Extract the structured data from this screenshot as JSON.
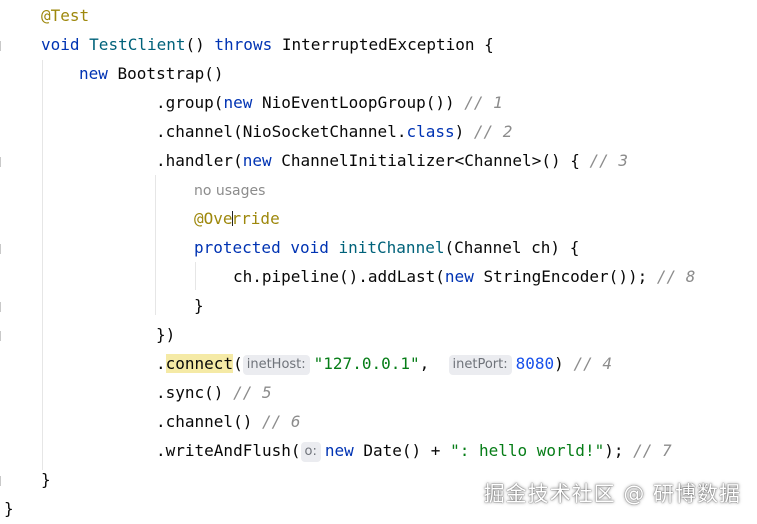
{
  "editor": {
    "lines": [
      {
        "indent": 0,
        "tokens": [
          {
            "t": "ann",
            "v": "@Test"
          }
        ]
      },
      {
        "indent": 0,
        "tokens": [
          {
            "t": "kw",
            "v": "void "
          },
          {
            "t": "fn",
            "v": "TestClient"
          },
          {
            "t": "txt",
            "v": "() "
          },
          {
            "t": "kw",
            "v": "throws "
          },
          {
            "t": "txt",
            "v": "InterruptedException {"
          }
        ]
      },
      {
        "indent": 1,
        "tokens": [
          {
            "t": "kw",
            "v": "new "
          },
          {
            "t": "txt",
            "v": "Bootstrap()"
          }
        ]
      },
      {
        "indent": 3,
        "tokens": [
          {
            "t": "txt",
            "v": ".group("
          },
          {
            "t": "kw",
            "v": "new "
          },
          {
            "t": "txt",
            "v": "NioEventLoopGroup()) "
          },
          {
            "t": "cmt",
            "v": "// 1"
          }
        ]
      },
      {
        "indent": 3,
        "tokens": [
          {
            "t": "txt",
            "v": ".channel(NioSocketChannel."
          },
          {
            "t": "kw",
            "v": "class"
          },
          {
            "t": "txt",
            "v": ") "
          },
          {
            "t": "cmt",
            "v": "// 2"
          }
        ]
      },
      {
        "indent": 3,
        "tokens": [
          {
            "t": "txt",
            "v": ".handler("
          },
          {
            "t": "kw",
            "v": "new "
          },
          {
            "t": "txt",
            "v": "ChannelInitializer<Channel>() { "
          },
          {
            "t": "cmt",
            "v": "// 3"
          }
        ]
      },
      {
        "indent": 4,
        "tokens": [
          {
            "t": "usages",
            "v": "no usages"
          }
        ]
      },
      {
        "indent": 4,
        "tokens": [
          {
            "t": "ann",
            "v": "@Ove"
          },
          {
            "t": "cursor",
            "v": ""
          },
          {
            "t": "ann",
            "v": "rride"
          }
        ]
      },
      {
        "indent": 4,
        "tokens": [
          {
            "t": "kw",
            "v": "protected void "
          },
          {
            "t": "fn",
            "v": "initChannel"
          },
          {
            "t": "txt",
            "v": "(Channel ch) {"
          }
        ]
      },
      {
        "indent": 5,
        "tokens": [
          {
            "t": "txt",
            "v": "ch.pipeline().addLast("
          },
          {
            "t": "kw",
            "v": "new "
          },
          {
            "t": "txt",
            "v": "StringEncoder()); "
          },
          {
            "t": "cmt",
            "v": "// 8"
          }
        ]
      },
      {
        "indent": 4,
        "tokens": [
          {
            "t": "txt",
            "v": "}"
          }
        ]
      },
      {
        "indent": 3,
        "tokens": [
          {
            "t": "txt",
            "v": "})"
          }
        ]
      },
      {
        "indent": 3,
        "tokens": [
          {
            "t": "txt",
            "v": "."
          },
          {
            "t": "hl",
            "v": "connect"
          },
          {
            "t": "txt",
            "v": "("
          },
          {
            "t": "hint",
            "v": "inetHost:"
          },
          {
            "t": "str",
            "v": "\"127.0.0.1\""
          },
          {
            "t": "txt",
            "v": ",  "
          },
          {
            "t": "hint",
            "v": "inetPort:"
          },
          {
            "t": "num",
            "v": "8080"
          },
          {
            "t": "txt",
            "v": ") "
          },
          {
            "t": "cmt",
            "v": "// 4"
          }
        ]
      },
      {
        "indent": 3,
        "tokens": [
          {
            "t": "txt",
            "v": ".sync() "
          },
          {
            "t": "cmt",
            "v": "// 5"
          }
        ]
      },
      {
        "indent": 3,
        "tokens": [
          {
            "t": "txt",
            "v": ".channel() "
          },
          {
            "t": "cmt",
            "v": "// 6"
          }
        ]
      },
      {
        "indent": 3,
        "tokens": [
          {
            "t": "txt",
            "v": ".writeAndFlush("
          },
          {
            "t": "hint",
            "v": "o:"
          },
          {
            "t": "kw",
            "v": "new "
          },
          {
            "t": "txt",
            "v": "Date() + "
          },
          {
            "t": "str",
            "v": "\": hello world!\""
          },
          {
            "t": "txt",
            "v": "); "
          },
          {
            "t": "cmt",
            "v": "// 7"
          }
        ]
      },
      {
        "indent": 0,
        "tokens": [
          {
            "t": "txt",
            "v": "}"
          }
        ]
      },
      {
        "indent": -1,
        "tokens": [
          {
            "t": "txt",
            "v": "}"
          }
        ]
      }
    ]
  },
  "watermark": "掘金技术社区 @ 研博数据"
}
